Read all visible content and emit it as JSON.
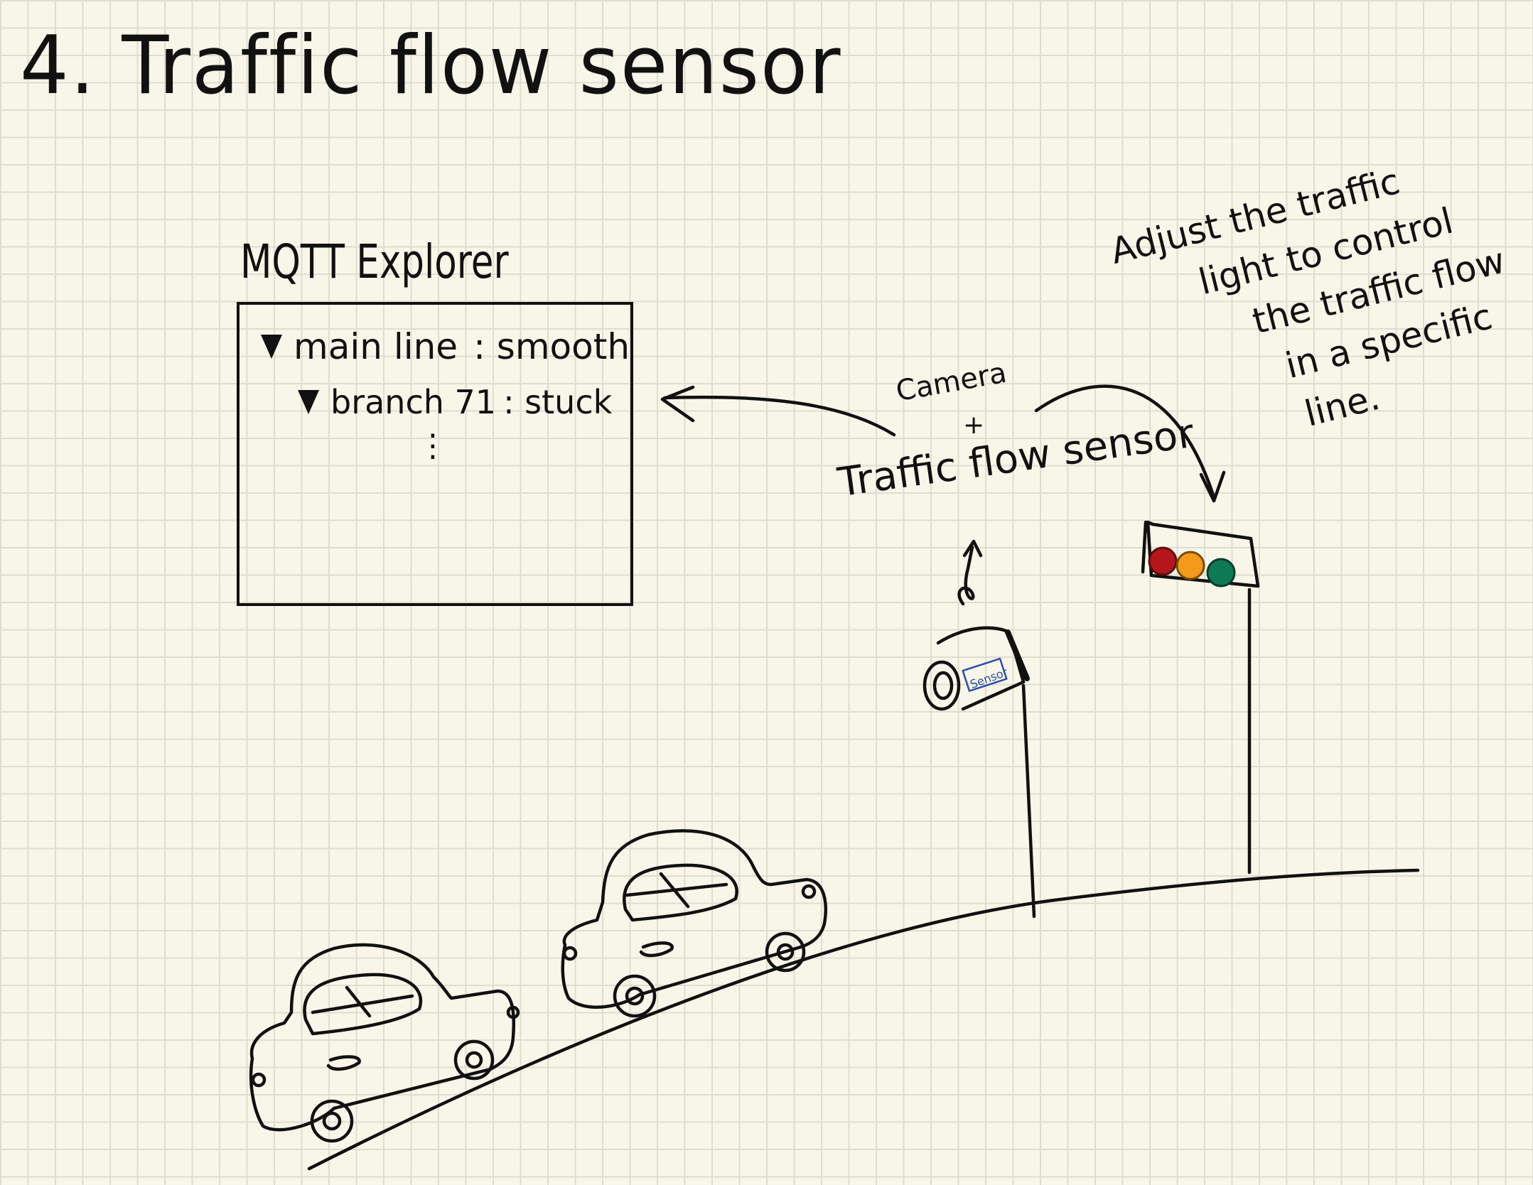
{
  "title": "4. Traffic flow sensor",
  "mqtt": {
    "heading": "MQTT Explorer",
    "rows": [
      {
        "label": "main line",
        "value": ": smooth"
      },
      {
        "label": "branch 71",
        "value": ": stuck"
      }
    ],
    "ellipsis": "⋮"
  },
  "labels": {
    "camera": "Camera",
    "plus": "+",
    "traffic_flow_sensor": "Traffic flow sensor",
    "sensor_tag": "Sensor"
  },
  "annotation": {
    "lines": [
      "Adjust the traffic",
      "light to control",
      "the traffic flow",
      "in a specific",
      "line."
    ]
  },
  "colors": {
    "ink": "#111111",
    "red_light": "#b4161b",
    "amber_light": "#f39a1a",
    "green_light": "#0e7a55",
    "sensor_tag": "#2b4fa8"
  }
}
